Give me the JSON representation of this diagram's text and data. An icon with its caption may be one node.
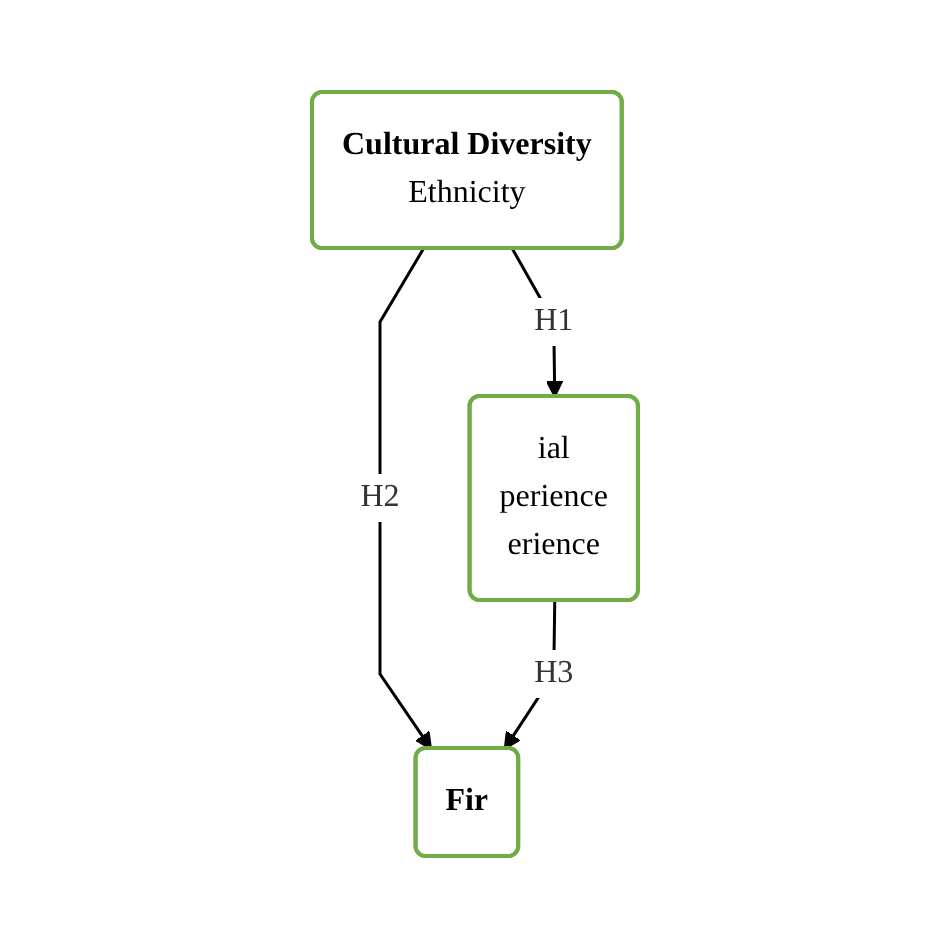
{
  "diagram": {
    "nodes": [
      {
        "text": [
          "Cultural Diversity",
          "Ethnicity"
        ]
      },
      {
        "text": [
          "ial",
          "perience",
          "erience"
        ]
      },
      {
        "text": [
          "Fir"
        ]
      }
    ],
    "edges": [
      {
        "from": 0,
        "to": 1,
        "arrow": "to",
        "label": "H1"
      },
      {
        "from": 0,
        "to": 2,
        "arrow": "to",
        "label": "H2"
      },
      {
        "from": 1,
        "to": 2,
        "arrow": "to",
        "label": "H3"
      }
    ]
  }
}
